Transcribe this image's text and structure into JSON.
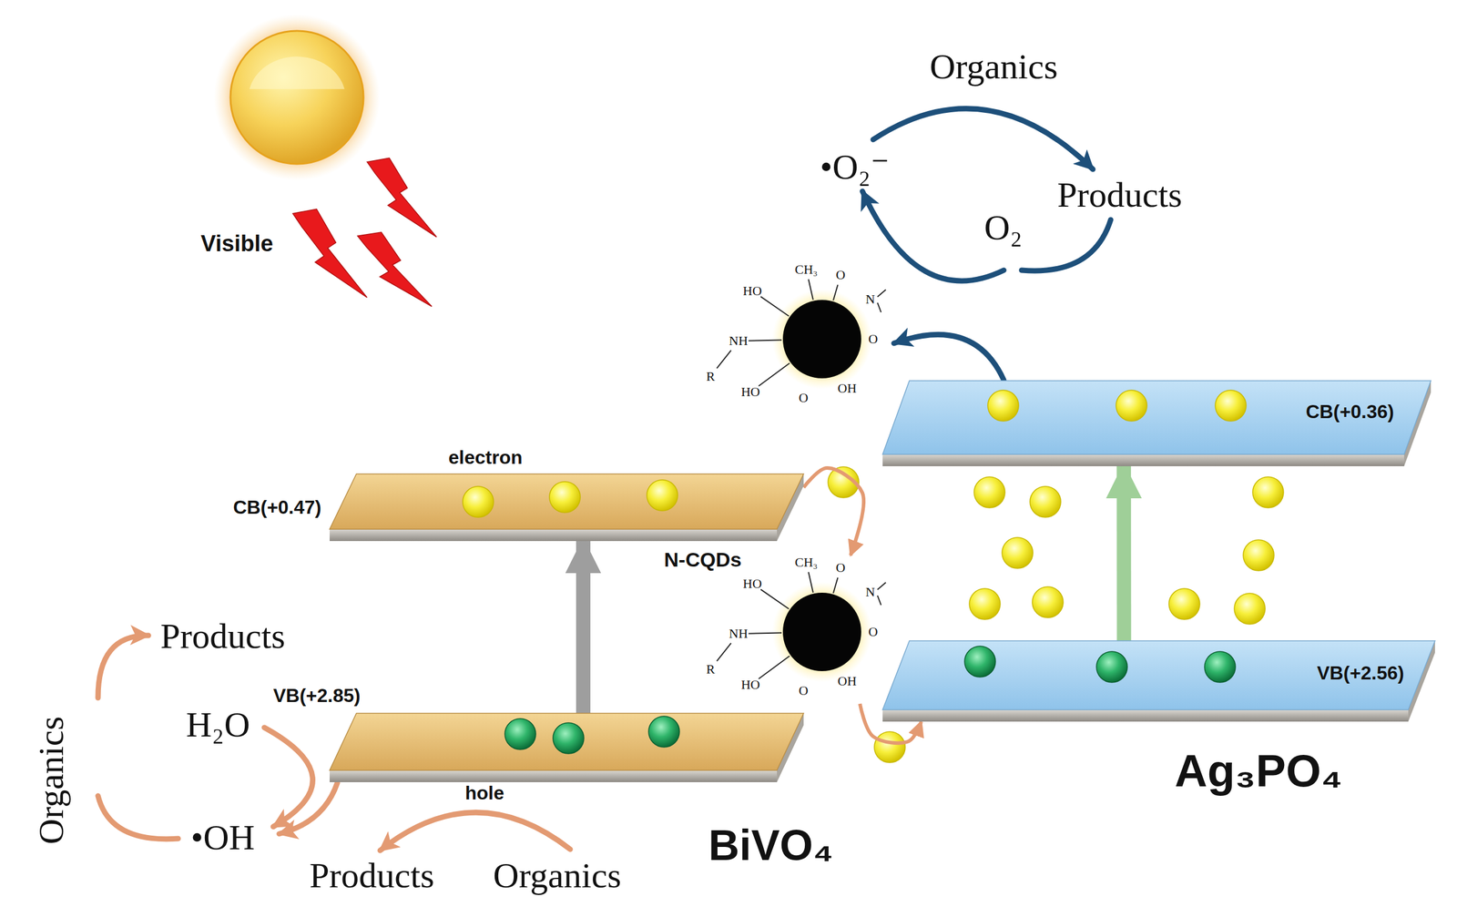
{
  "diagram": {
    "nodes": [
      {
        "text": [
          "CB(+0.47)",
          "electron"
        ]
      },
      {
        "text": [
          "VB(+2.85)",
          "hole"
        ]
      },
      {
        "text": [
          "CB(+0.36)"
        ]
      },
      {
        "text": [
          "VB(+2.56)"
        ]
      },
      {
        "text": [
          "N-CQDs"
        ]
      }
    ],
    "edges": [
      {
        "from": 1,
        "to": 0,
        "arrow": "to"
      },
      {
        "from": 3,
        "to": 2,
        "arrow": "to"
      },
      {
        "from": 0,
        "to": 4,
        "arrow": "to"
      },
      {
        "from": 4,
        "to": 3,
        "arrow": "to"
      }
    ],
    "labels": [
      "Visible",
      "Organics",
      "•O₂⁻",
      "Products",
      "O₂",
      "HO",
      "CH₃",
      "O",
      "N",
      "O",
      "NH",
      "R",
      "HO",
      "O",
      "OH",
      "HO",
      "CH₃",
      "O",
      "N",
      "O",
      "NH",
      "R",
      "HO",
      "O",
      "OH",
      "Products",
      "H₂O",
      "Organics",
      "•OH",
      "Products",
      "Organics",
      "BiVO₄",
      "Ag₃PO₄"
    ]
  }
}
